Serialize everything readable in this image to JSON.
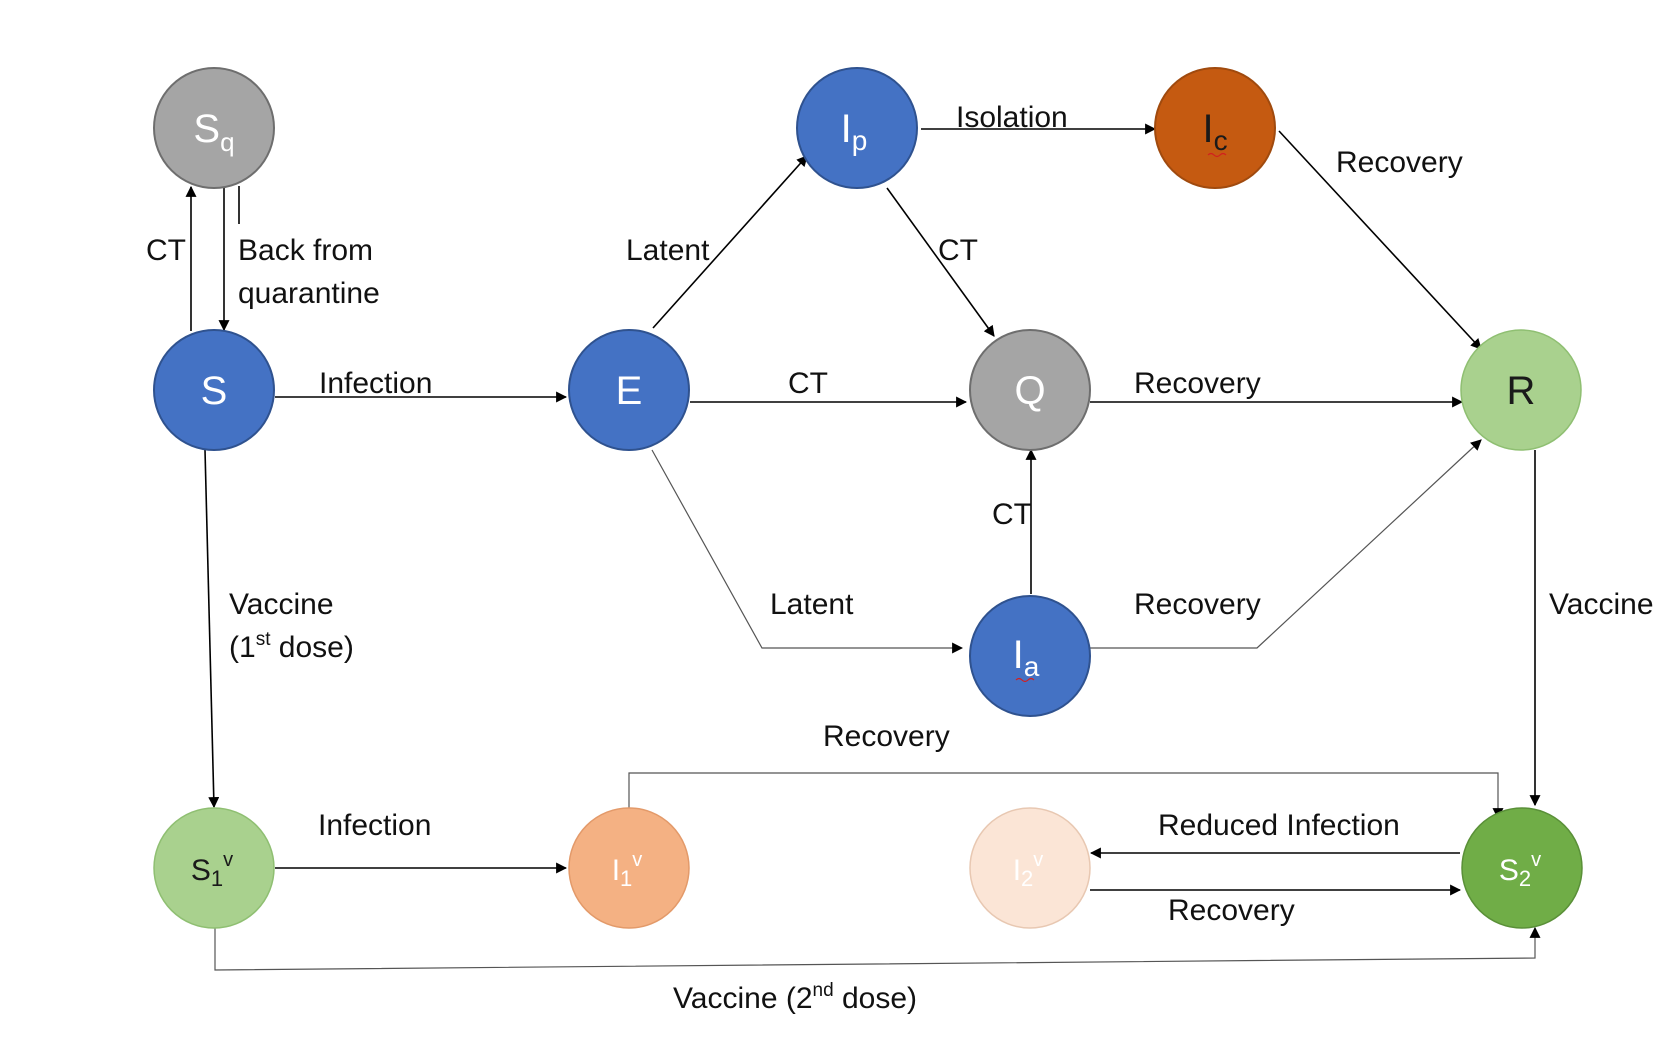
{
  "nodes": {
    "Sq": {
      "main": "S",
      "sub": "q",
      "color": "#a5a5a5",
      "border": "#6e6e6e",
      "text_color": "#ffffff"
    },
    "S": {
      "main": "S",
      "color": "#4472c4",
      "border": "#2f528f",
      "text_color": "#ffffff"
    },
    "E": {
      "main": "E",
      "color": "#4472c4",
      "border": "#2f528f",
      "text_color": "#ffffff"
    },
    "Ip": {
      "main": "I",
      "sub": "p",
      "color": "#4472c4",
      "border": "#2f528f",
      "text_color": "#ffffff"
    },
    "Ic": {
      "main": "I",
      "sub": "c",
      "color": "#c55a11",
      "border": "#a04a0e",
      "text_color": "#1a1a1a"
    },
    "Q": {
      "main": "Q",
      "color": "#a5a5a5",
      "border": "#6e6e6e",
      "text_color": "#ffffff"
    },
    "R": {
      "main": "R",
      "color": "#a9d18e",
      "border": "#8fbf72",
      "text_color": "#1a1a1a"
    },
    "Ia": {
      "main": "I",
      "sub": "a",
      "color": "#4472c4",
      "border": "#2f528f",
      "text_color": "#ffffff"
    },
    "S1v": {
      "main": "S",
      "sub": "1",
      "sup": "v",
      "color": "#a9d18e",
      "border": "#8fbf72",
      "text_color": "#1a1a1a"
    },
    "I1v": {
      "main": "I",
      "sub": "1",
      "sup": "v",
      "color": "#f4b183",
      "border": "#e39a6a",
      "text_color": "#ffffff"
    },
    "I2v": {
      "main": "I",
      "sub": "2",
      "sup": "v",
      "color": "#fbe5d6",
      "border": "#e8c8b2",
      "text_color": "#ffffff"
    },
    "S2v": {
      "main": "S",
      "sub": "2",
      "sup": "v",
      "color": "#70ad47",
      "border": "#5a9038",
      "text_color": "#ffffff"
    }
  },
  "edge_labels": {
    "sq_ct": "CT",
    "back_from_1": "Back from",
    "back_from_2": "quarantine",
    "s_infection": "Infection",
    "e_ct": "CT",
    "q_recovery": "Recovery",
    "latent_up": "Latent",
    "isolation": "Isolation",
    "ic_recovery": "Recovery",
    "ip_ct": "CT",
    "ia_ct": "CT",
    "latent_down": "Latent",
    "ia_recovery": "Recovery",
    "vaccine_first_1": "Vaccine",
    "vaccine_first_2a": "(1",
    "vaccine_first_2sup": "st",
    "vaccine_first_2b": " dose)",
    "r_vaccine": "Vaccine",
    "i1v_recovery": "Recovery",
    "s1v_infection": "Infection",
    "reduced_infection": "Reduced Infection",
    "i2v_recovery": "Recovery",
    "vaccine_second_a": "Vaccine (2",
    "vaccine_second_sup": "nd",
    "vaccine_second_b": " dose)"
  }
}
